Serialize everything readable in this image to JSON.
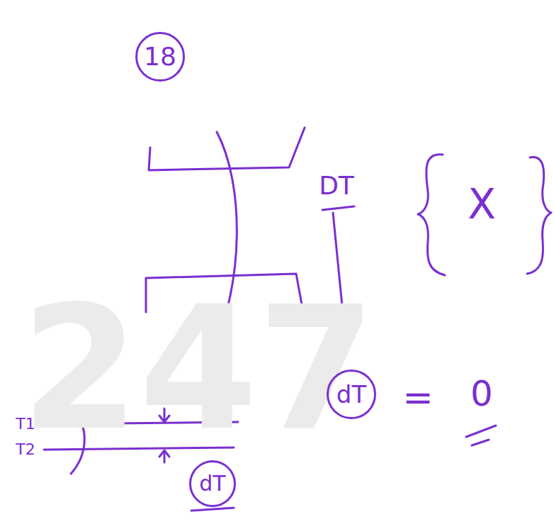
{
  "diagram": {
    "nodes": [
      {
        "text": [
          "18"
        ]
      },
      {
        "text": [
          "dT"
        ]
      },
      {
        "text": [
          "dT"
        ]
      }
    ],
    "labels": [
      "247",
      "DT",
      "X",
      "=",
      "0",
      "T1",
      "T2"
    ]
  }
}
